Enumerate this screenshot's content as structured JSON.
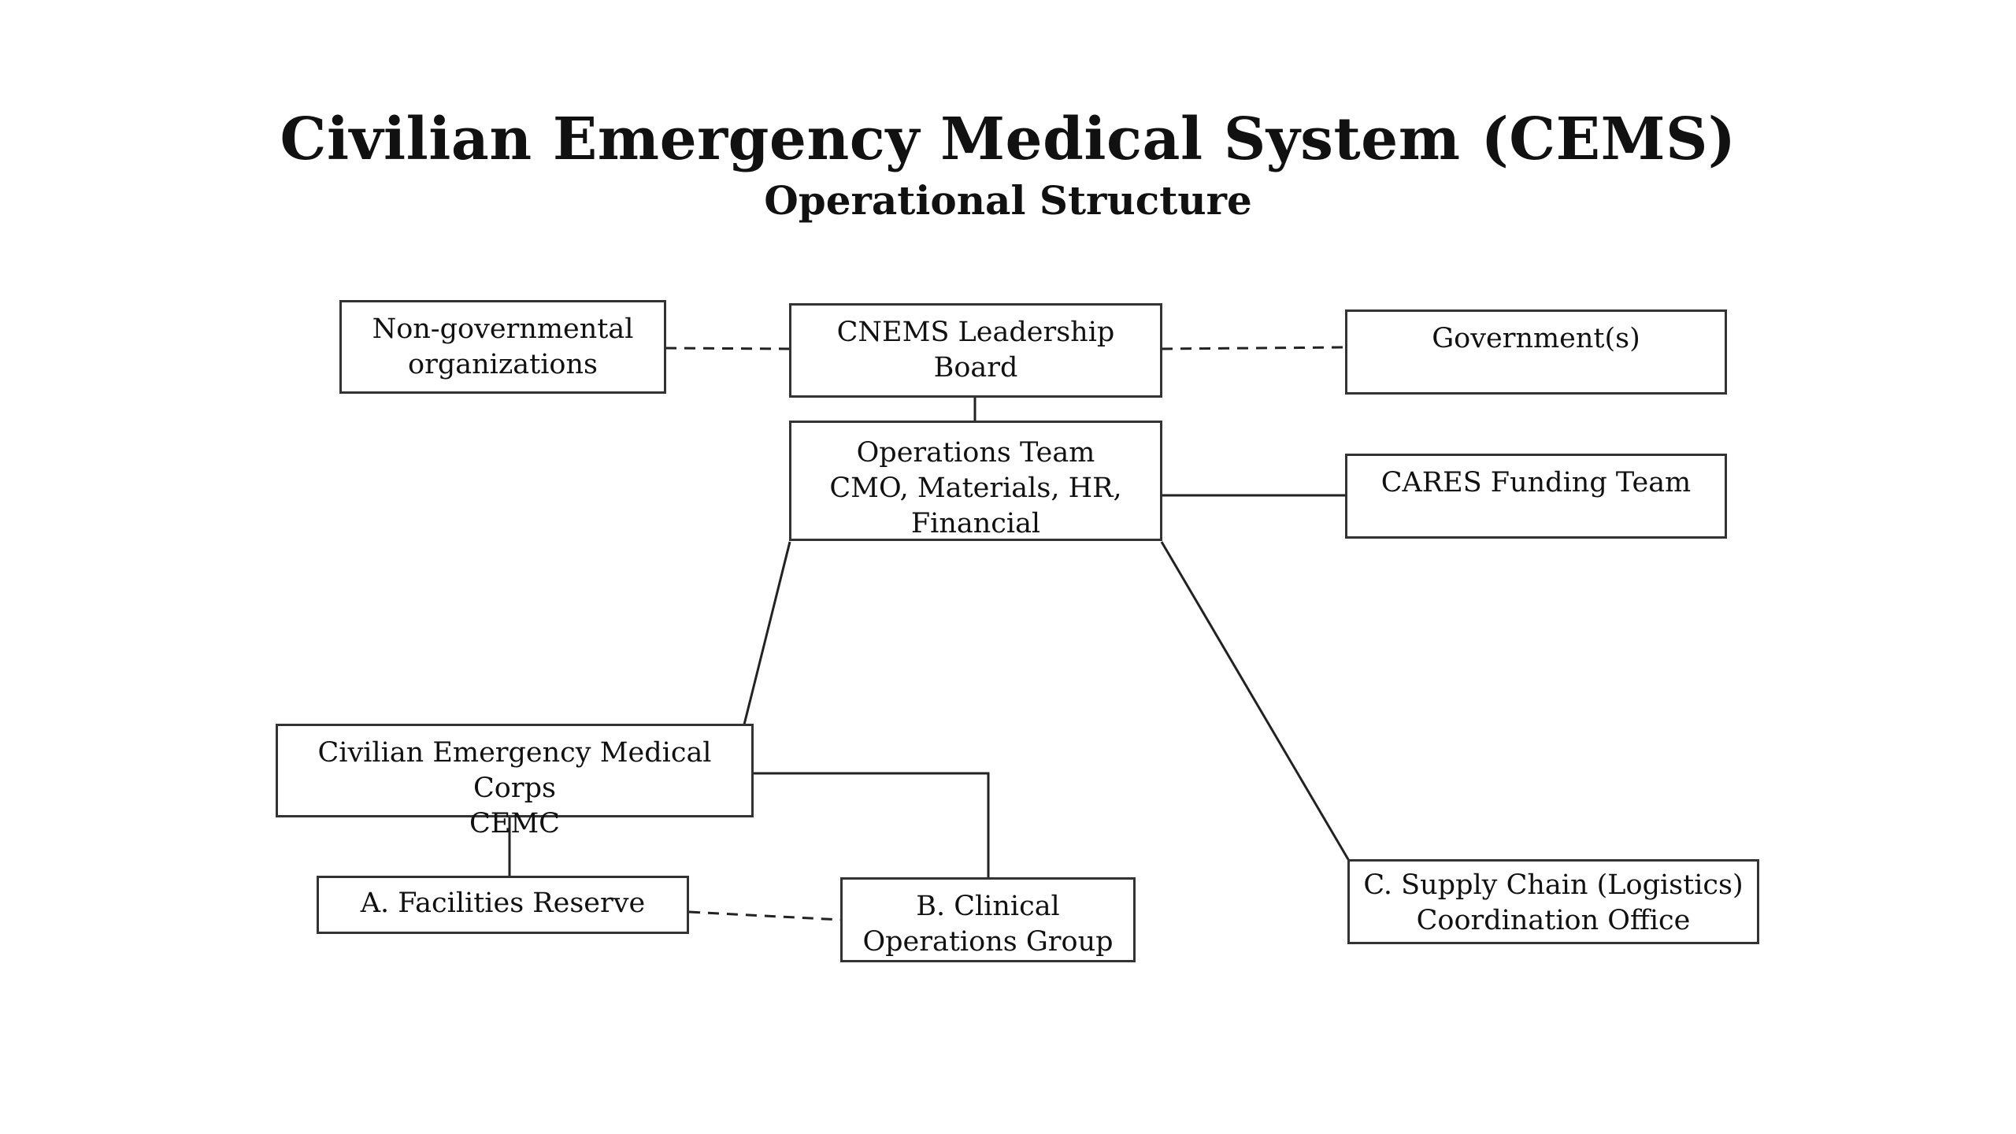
{
  "diagram": {
    "title": "Civilian Emergency Medical System (CEMS)",
    "subtitle": "Operational Structure",
    "nodes": {
      "ngo": {
        "lines": [
          "Non-governmental",
          "organizations"
        ]
      },
      "leadership": {
        "lines": [
          "CNEMS Leadership",
          "Board"
        ]
      },
      "government": {
        "lines": [
          "Government(s)"
        ]
      },
      "operations": {
        "lines": [
          "Operations Team",
          "CMO, Materials, HR,",
          "Financial"
        ]
      },
      "cares": {
        "lines": [
          "CARES Funding Team"
        ]
      },
      "cemc": {
        "lines": [
          "Civilian Emergency Medical Corps",
          "CEMC"
        ]
      },
      "facilities": {
        "lines": [
          "A. Facilities Reserve"
        ]
      },
      "clinical": {
        "lines": [
          "B. Clinical",
          "Operations Group"
        ]
      },
      "supply": {
        "lines": [
          "C. Supply Chain (Logistics)",
          "Coordination Office"
        ]
      }
    },
    "edges": [
      {
        "from": "ngo",
        "to": "leadership",
        "style": "dashed"
      },
      {
        "from": "leadership",
        "to": "government",
        "style": "dashed"
      },
      {
        "from": "leadership",
        "to": "operations",
        "style": "solid"
      },
      {
        "from": "operations",
        "to": "cares",
        "style": "solid"
      },
      {
        "from": "operations",
        "to": "cemc",
        "style": "solid"
      },
      {
        "from": "operations",
        "to": "supply",
        "style": "solid"
      },
      {
        "from": "cemc",
        "to": "facilities",
        "style": "solid"
      },
      {
        "from": "cemc",
        "to": "clinical",
        "style": "solid"
      },
      {
        "from": "facilities",
        "to": "clinical",
        "style": "dashed"
      }
    ]
  }
}
